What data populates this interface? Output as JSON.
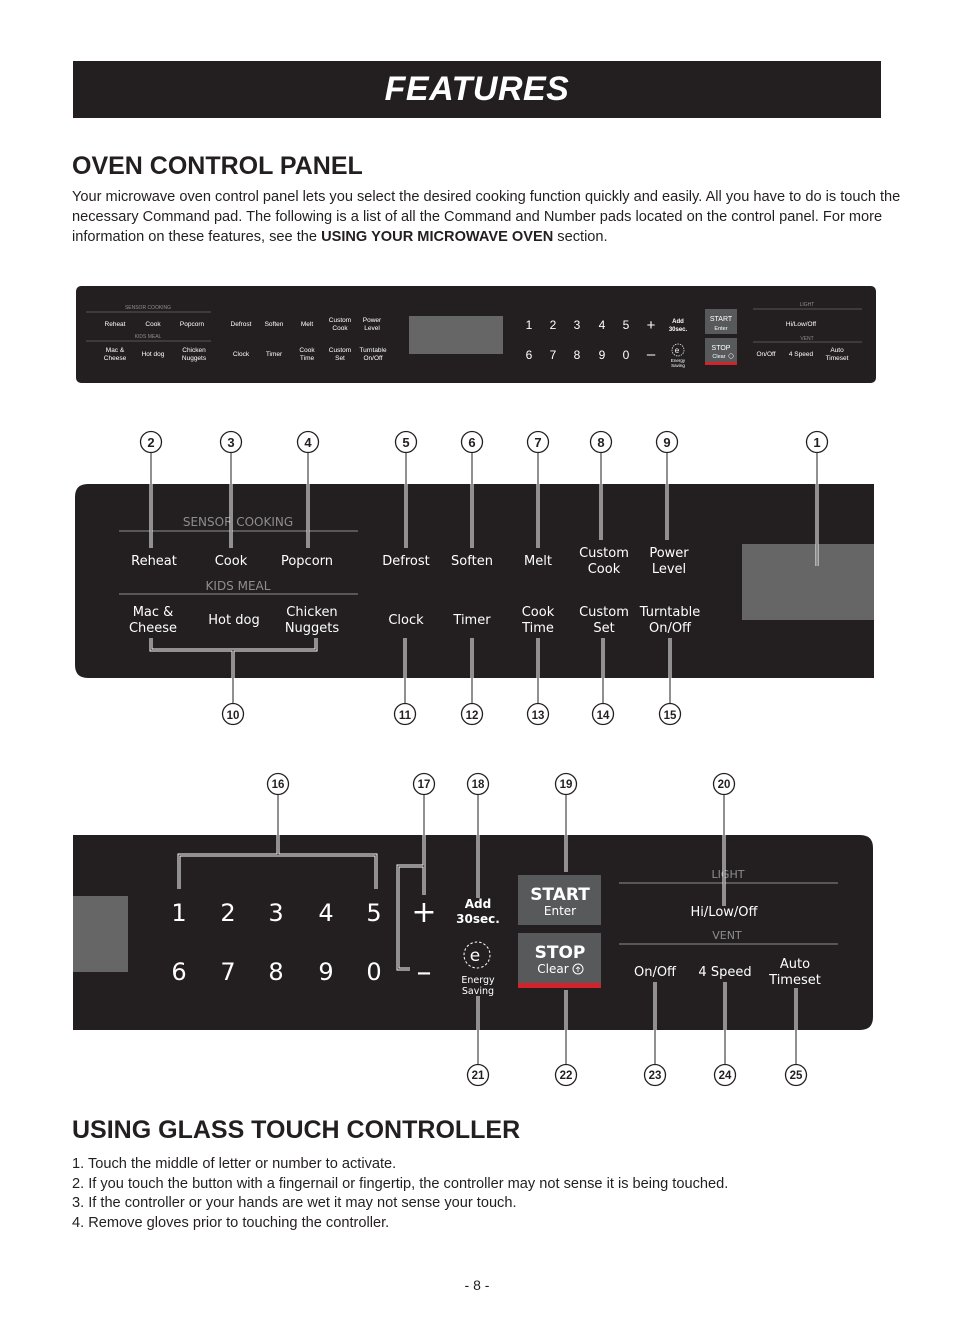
{
  "header": {
    "title": "FEATURES"
  },
  "section1": {
    "heading": "OVEN CONTROL PANEL",
    "intro_before": "Your microwave oven control panel lets you select the desired cooking function quickly and easily. All you have to do is touch the necessary Command pad. The following is a list of all the Command and Number pads located on the control panel. For more information on these features, see the ",
    "intro_bold": "USING YOUR MICROWAVE OVEN",
    "intro_after": " section."
  },
  "panel": {
    "sensor_cooking": "SENSOR COOKING",
    "kids_meal": "KIDS MEAL",
    "reheat": "Reheat",
    "cook": "Cook",
    "popcorn": "Popcorn",
    "mac_cheese": [
      "Mac &",
      "Cheese"
    ],
    "hot_dog": "Hot dog",
    "chicken_nuggets": [
      "Chicken",
      "Nuggets"
    ],
    "defrost": "Defrost",
    "soften": "Soften",
    "melt": "Melt",
    "custom_cook": [
      "Custom",
      "Cook"
    ],
    "power_level": [
      "Power",
      "Level"
    ],
    "clock": "Clock",
    "timer": "Timer",
    "cook_time": [
      "Cook",
      "Time"
    ],
    "custom_set": [
      "Custom",
      "Set"
    ],
    "turntable": [
      "Turntable",
      "On/Off"
    ],
    "digits_top": [
      "1",
      "2",
      "3",
      "4",
      "5"
    ],
    "digits_bottom": [
      "6",
      "7",
      "8",
      "9",
      "0"
    ],
    "plus": "+",
    "minus": "–",
    "add_30": [
      "Add",
      "30sec."
    ],
    "energy_saving": [
      "Energy",
      "Saving"
    ],
    "start": "START",
    "enter": "Enter",
    "stop": "STOP",
    "clear": "Clear",
    "light": "LIGHT",
    "hi_low_off": "Hi/Low/Off",
    "vent": "VENT",
    "on_off": "On/Off",
    "four_speed": "4 Speed",
    "auto_timeset": [
      "Auto",
      "Timeset"
    ]
  },
  "callouts": {
    "row1": [
      "2",
      "3",
      "4",
      "5",
      "6",
      "7",
      "8",
      "9",
      "1"
    ],
    "row2": [
      "10",
      "11",
      "12",
      "13",
      "14",
      "15"
    ],
    "row3": [
      "16",
      "17",
      "18",
      "19",
      "20"
    ],
    "row4": [
      "21",
      "22",
      "23",
      "24",
      "25"
    ]
  },
  "section2": {
    "heading": "USING GLASS TOUCH CONTROLLER",
    "steps": [
      "1. Touch the middle of letter or number to activate.",
      "2. If you touch the button with a fingernail or fingertip, the controller may not sense it is being touched.",
      "3. If the controller or your hands are wet it may not sense your touch.",
      "4. Remove gloves prior to touching the controller."
    ]
  },
  "footer": {
    "page": "- 8 -"
  },
  "colors": {
    "panel": "#231f20",
    "display": "#666666",
    "stop_bar": "#d2232a",
    "button_gray": "#58595b"
  }
}
